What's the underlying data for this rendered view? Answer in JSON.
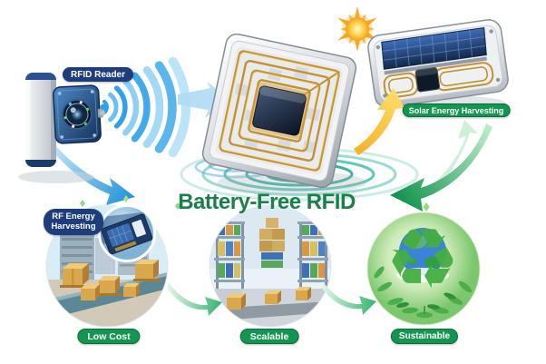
{
  "title": "Battery-Free RFID",
  "labels": {
    "rfid_reader": "RFID Reader",
    "rf_energy_harvesting": "RF Energy Harvesting",
    "solar_energy_harvesting": "Solar Energy Harvesting"
  },
  "features": [
    {
      "label": "Low Cost"
    },
    {
      "label": "Scalable"
    },
    {
      "label": "Sustainable"
    }
  ],
  "icons": {
    "recycle_glyph": "♻",
    "sun": "sun-icon",
    "radio_waves": "radio-waves-icon",
    "rfid_chip": "rfid-chip-tag",
    "solar_tag": "solar-rfid-tag",
    "rfid_reader_device": "rfid-reader-device"
  },
  "colors": {
    "title_green": "#1a8048",
    "navy": "#1e3d7d",
    "pill_green": "#149551",
    "pill_green_border": "#0b6d38",
    "wave_blue": "#2da0e8",
    "arrow_yellow": "#f7a81f",
    "arrow_green": "#1d9d57",
    "ripple_teal": "#2fb3a8"
  }
}
